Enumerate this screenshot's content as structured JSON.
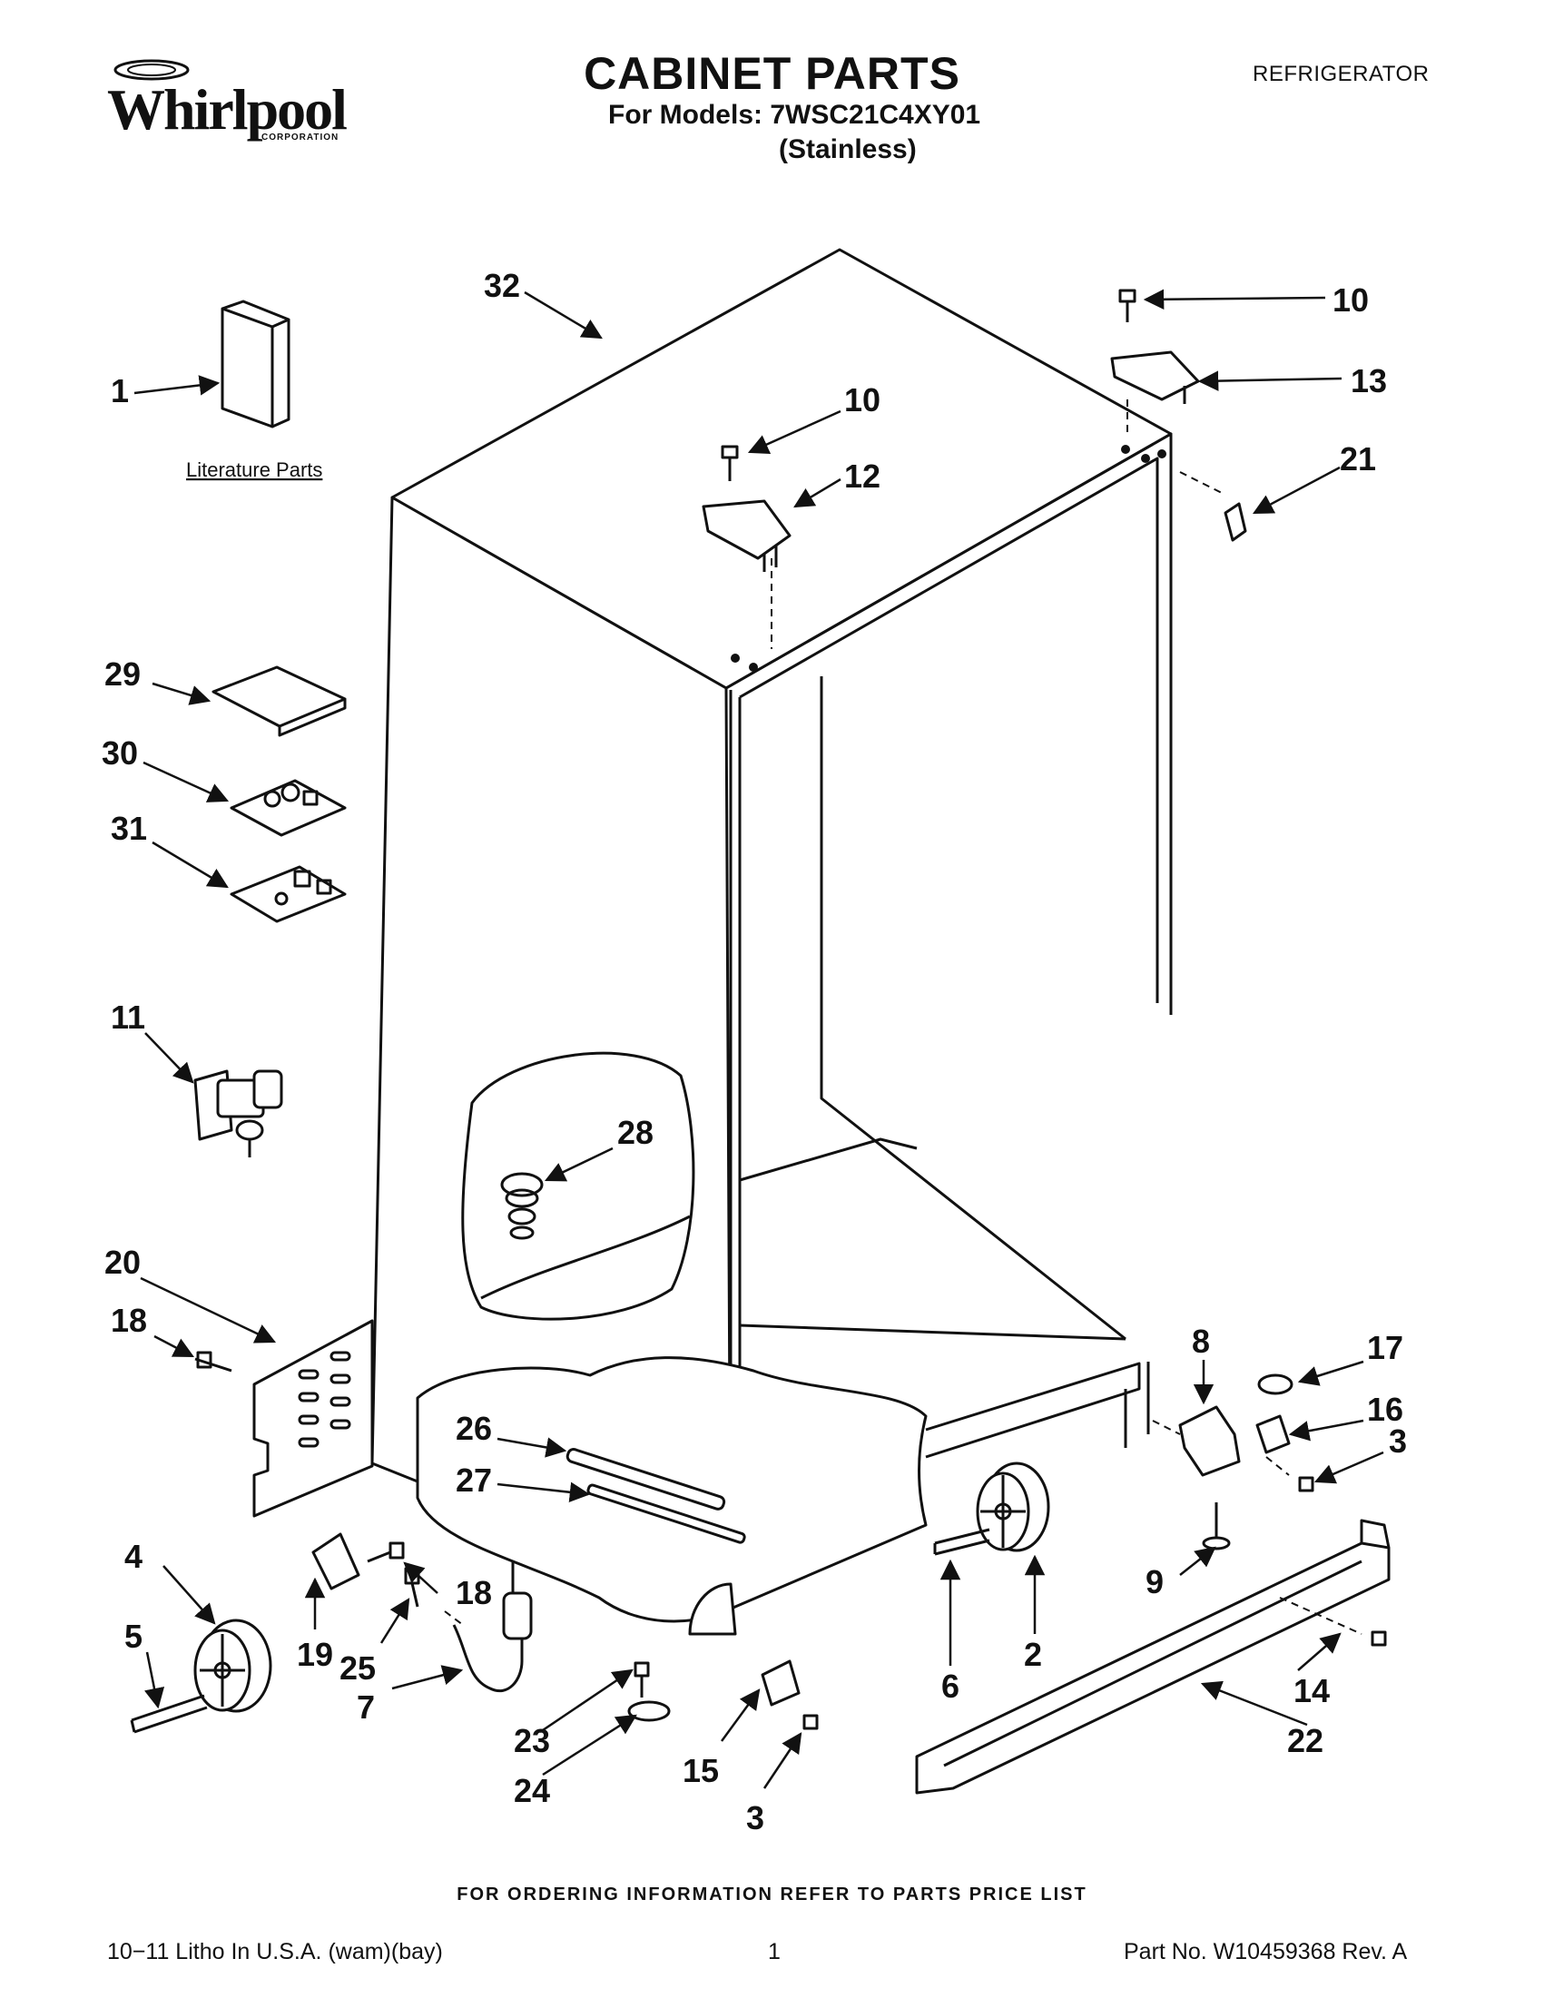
{
  "header": {
    "brand": "Whirlpool",
    "brand_sub": "CORPORATION",
    "title": "CABINET PARTS",
    "models": "For Models: 7WSC21C4XY01",
    "variant": "(Stainless)",
    "category": "REFRIGERATOR"
  },
  "diagram": {
    "literature_label": "Literature Parts",
    "callouts": {
      "c32": "32",
      "c10a": "10",
      "c10b": "10",
      "c13": "13",
      "c12": "12",
      "c21": "21",
      "c1": "1",
      "c29": "29",
      "c30": "30",
      "c31": "31",
      "c11": "11",
      "c28": "28",
      "c20": "20",
      "c18a": "18",
      "c26": "26",
      "c27": "27",
      "c8": "8",
      "c17": "17",
      "c16": "16",
      "c3a": "3",
      "c4": "4",
      "c5": "5",
      "c19": "19",
      "c18b": "18",
      "c25": "25",
      "c7": "7",
      "c23": "23",
      "c24": "24",
      "c15": "15",
      "c3b": "3",
      "c6": "6",
      "c2": "2",
      "c9": "9",
      "c14": "14",
      "c22": "22"
    }
  },
  "footer": {
    "ordering": "FOR ORDERING INFORMATION REFER TO PARTS PRICE LIST",
    "litho": "10−11 Litho In U.S.A. (wam)(bay)",
    "page": "1",
    "part_no": "Part No. W10459368 Rev. A"
  }
}
